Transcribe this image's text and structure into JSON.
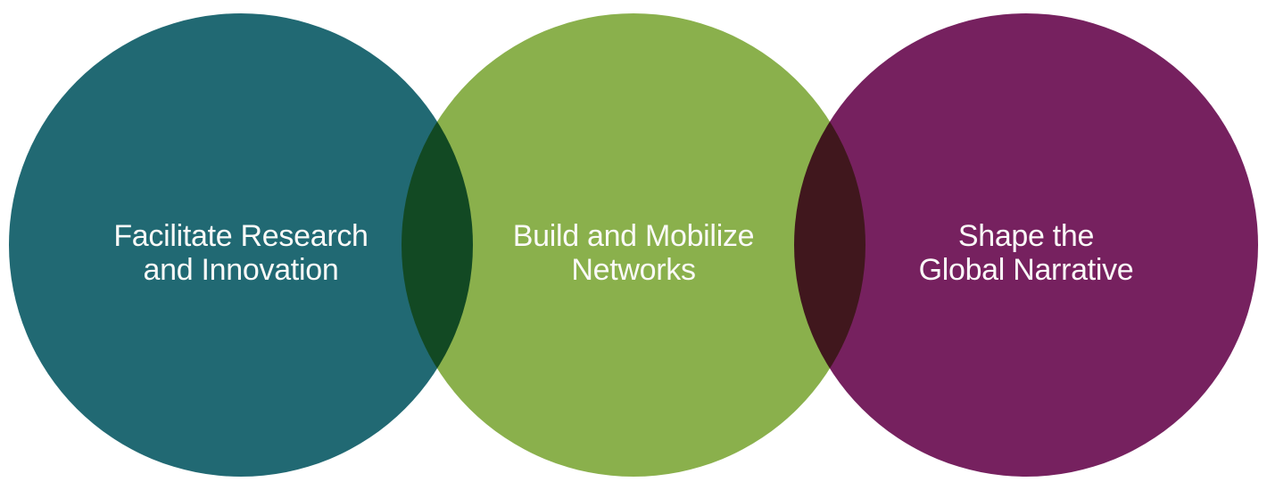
{
  "diagram": {
    "type": "venn-overlapping-circles",
    "background_color": "#ffffff",
    "label_text_color": "#fbfaf8",
    "overlap_blend": "multiply",
    "overlap_colors": {
      "teal_green": "#154a24",
      "green_purple": "#41171e"
    },
    "circles": [
      {
        "name": "facilitate-research-and-innovation",
        "color": "#216973",
        "label_line1": "Facilitate Research",
        "label_line2": "and Innovation"
      },
      {
        "name": "build-and-mobilize-networks",
        "color": "#8ab04c",
        "label_line1": "Build and Mobilize",
        "label_line2": "Networks"
      },
      {
        "name": "shape-the-global-narrative",
        "color": "#76215f",
        "label_line1": "Shape the",
        "label_line2": "Global Narrative"
      }
    ]
  }
}
